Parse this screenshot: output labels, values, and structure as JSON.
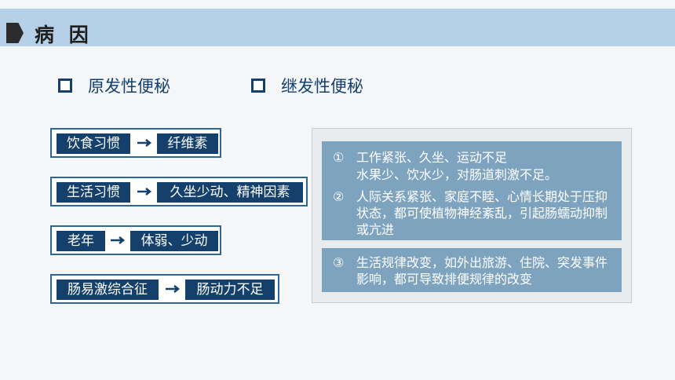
{
  "header": {
    "title": "病 因"
  },
  "types": [
    {
      "label": "原发性便秘"
    },
    {
      "label": "继发性便秘"
    }
  ],
  "causes": [
    {
      "factor": "饮食习惯",
      "result": "纤维素"
    },
    {
      "factor": "生活习惯",
      "result": "久坐少动、精神因素"
    },
    {
      "factor": "老年",
      "result": "体弱、少动"
    },
    {
      "factor": "肠易激综合征",
      "result": "肠动力不足"
    }
  ],
  "secondary": [
    {
      "num": "①",
      "text": "工作紧张、久坐、运动不足",
      "subtext": "水果少、饮水少，对肠道刺激不足。"
    },
    {
      "num": "②",
      "text": "人际关系紧张、家庭不睦、心情长期处于压抑状态，都可使植物神经紊乱，引起肠蠕动抑制或亢进"
    },
    {
      "num": "③",
      "text": "生活规律改变，如外出旅游、住院、突发事件影响，都可导致排便规律的改变"
    }
  ],
  "colors": {
    "header_bg": "#b6d0e8",
    "navy": "#14406b",
    "card": "#7ea3bf"
  }
}
